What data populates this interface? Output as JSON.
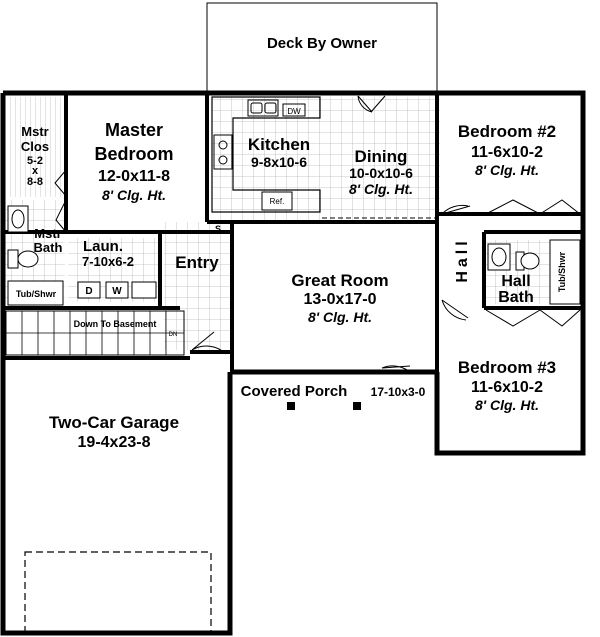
{
  "deck": {
    "label": "Deck By Owner"
  },
  "master_closet": {
    "line1": "Mstr",
    "line2": "Clos",
    "dim1": "5-2",
    "dim2": "x",
    "dim3": "8-8"
  },
  "master_bedroom": {
    "line1": "Master",
    "line2": "Bedroom",
    "dims": "12-0x11-8",
    "ceiling": "8' Clg. Ht."
  },
  "kitchen": {
    "name": "Kitchen",
    "dims": "9-8x10-6",
    "dw": "DW",
    "ref": "Ref."
  },
  "dining": {
    "name": "Dining",
    "dims": "10-0x10-6",
    "ceiling": "8' Clg. Ht."
  },
  "bedroom2": {
    "name": "Bedroom #2",
    "dims": "11-6x10-2",
    "ceiling": "8' Clg. Ht."
  },
  "master_bath": {
    "line1": "Mstr",
    "line2": "Bath",
    "tub": "Tub/Shwr"
  },
  "laundry": {
    "name": "Laun.",
    "dims": "7-10x6-2",
    "dryer": "D",
    "washer": "W"
  },
  "entry": {
    "name": "Entry",
    "s": "S"
  },
  "great_room": {
    "name": "Great Room",
    "dims": "13-0x17-0",
    "ceiling": "8' Clg. Ht."
  },
  "hall": {
    "label": "Hall"
  },
  "hall_bath": {
    "line1": "Hall",
    "line2": "Bath",
    "tub": "Tub/Shwr"
  },
  "stairs": {
    "label": "Down To Basement",
    "dn": "DN"
  },
  "porch": {
    "name": "Covered Porch",
    "dims": "17-10x3-0"
  },
  "bedroom3": {
    "name": "Bedroom #3",
    "dims": "11-6x10-2",
    "ceiling": "8' Clg. Ht."
  },
  "garage": {
    "name": "Two-Car Garage",
    "dims": "19-4x23-8"
  },
  "colors": {
    "wall": "#000000",
    "tile": "#b8b8b8",
    "background": "#ffffff"
  }
}
